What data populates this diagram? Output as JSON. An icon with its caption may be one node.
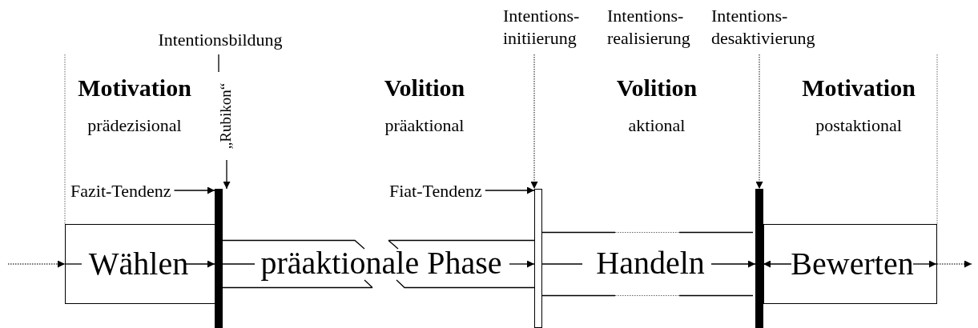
{
  "diagram": {
    "nodes": [
      {
        "text": [
          "Intentionsbildung"
        ]
      },
      {
        "text": [
          "Intentions- initiierung"
        ]
      },
      {
        "text": [
          "Intentions- desaktivierung"
        ]
      },
      {
        "text": [
          "„Rubikon“"
        ]
      },
      {
        "text": [
          "Fazit-Tendenz"
        ]
      },
      {
        "text": [
          "Fiat-Tendenz"
        ]
      },
      {
        "text": [
          "Wählen"
        ]
      },
      {
        "text": [],
        "shape": "bar"
      },
      {
        "text": [
          "präaktionale Phase"
        ]
      },
      {
        "text": [],
        "shape": "bar"
      },
      {
        "text": [
          "Handeln"
        ]
      },
      {
        "text": [],
        "shape": "bar"
      },
      {
        "text": [
          "Bewerten"
        ]
      }
    ],
    "edges": [
      {
        "from": null,
        "to": 6,
        "arrow": "to",
        "style": "dashed"
      },
      {
        "from": 6,
        "to": 7,
        "arrow": "to"
      },
      {
        "from": 8,
        "to": 9,
        "arrow": "to"
      },
      {
        "from": 10,
        "to": 11,
        "arrow": "to"
      },
      {
        "from": 12,
        "to": 11,
        "arrow": "to"
      },
      {
        "from": 12,
        "to": null,
        "arrow": "to",
        "style": "dashed"
      },
      {
        "from": 4,
        "to": 7,
        "arrow": "to"
      },
      {
        "from": 5,
        "to": 9,
        "arrow": "to"
      },
      {
        "from": 1,
        "to": 9,
        "arrow": "to",
        "style": "dashed"
      },
      {
        "from": 2,
        "to": 11,
        "arrow": "to",
        "style": "dashed"
      },
      {
        "from": 0,
        "to": 3,
        "arrow": "none"
      },
      {
        "from": 3,
        "to": 7,
        "arrow": "to"
      },
      {
        "from": 7,
        "to": 8,
        "arrow": "none"
      },
      {
        "from": 9,
        "to": 10,
        "arrow": "none"
      }
    ],
    "labels": [
      "Intentions- realisierung",
      "Motivation",
      "prädezisional",
      "Volition",
      "präaktional",
      "Volition",
      "aktional",
      "Motivation",
      "postaktional"
    ]
  }
}
